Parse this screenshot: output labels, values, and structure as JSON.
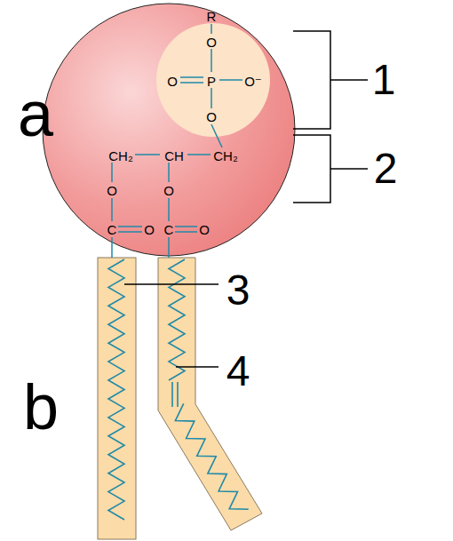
{
  "diagram": {
    "nodes": [
      {
        "text": [
          "CH₂",
          "CH",
          "CH₂",
          "O",
          "O",
          "C",
          "O",
          "C",
          "O"
        ]
      },
      {
        "text": [
          "R",
          "O",
          "O",
          "P",
          "O⁻",
          "O"
        ],
        "in": 0
      }
    ],
    "labels": [
      "a",
      "b",
      "1",
      "2",
      "3",
      "4"
    ]
  }
}
